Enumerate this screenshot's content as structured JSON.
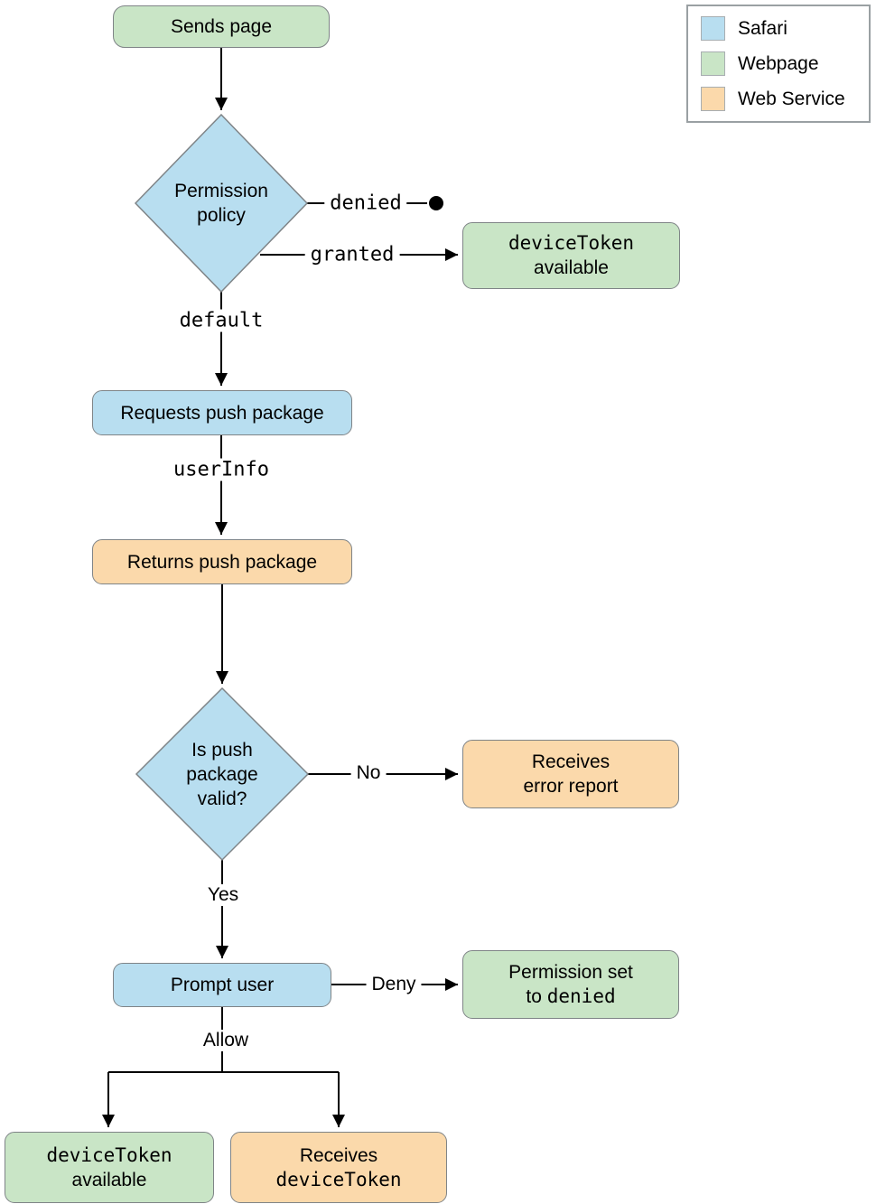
{
  "legend": {
    "items": [
      {
        "label": "Safari",
        "color": "#b8def0"
      },
      {
        "label": "Webpage",
        "color": "#c9e5c6"
      },
      {
        "label": "Web Service",
        "color": "#fbd9ab"
      }
    ]
  },
  "nodes": {
    "sends_page": "Sends page",
    "permission_policy": {
      "line1": "Permission",
      "line2": "policy"
    },
    "devicetoken_available_top": {
      "code": "deviceToken",
      "text": "available"
    },
    "requests_push_package": "Requests push package",
    "returns_push_package": "Returns push package",
    "is_push_valid": {
      "line1": "Is push",
      "line2": "package",
      "line3": "valid?"
    },
    "receives_error_report": {
      "line1": "Receives",
      "line2": "error report"
    },
    "prompt_user": "Prompt user",
    "permission_set_denied": {
      "line1": "Permission set",
      "line2_prefix": "to ",
      "line2_code": "denied"
    },
    "devicetoken_available_bottom": {
      "code": "deviceToken",
      "text": "available"
    },
    "receives_devicetoken": {
      "line1": "Receives",
      "line2_code": "deviceToken"
    }
  },
  "edges": {
    "denied": "denied",
    "granted": "granted",
    "default": "default",
    "userinfo": "userInfo",
    "no": "No",
    "yes": "Yes",
    "deny": "Deny",
    "allow": "Allow"
  },
  "colors": {
    "safari_blue": "#b8def0",
    "webpage_green": "#c9e5c6",
    "web_service_orange": "#fbd9ab",
    "shape_border_gray": "#7f8487",
    "connector_black": "#000000"
  }
}
